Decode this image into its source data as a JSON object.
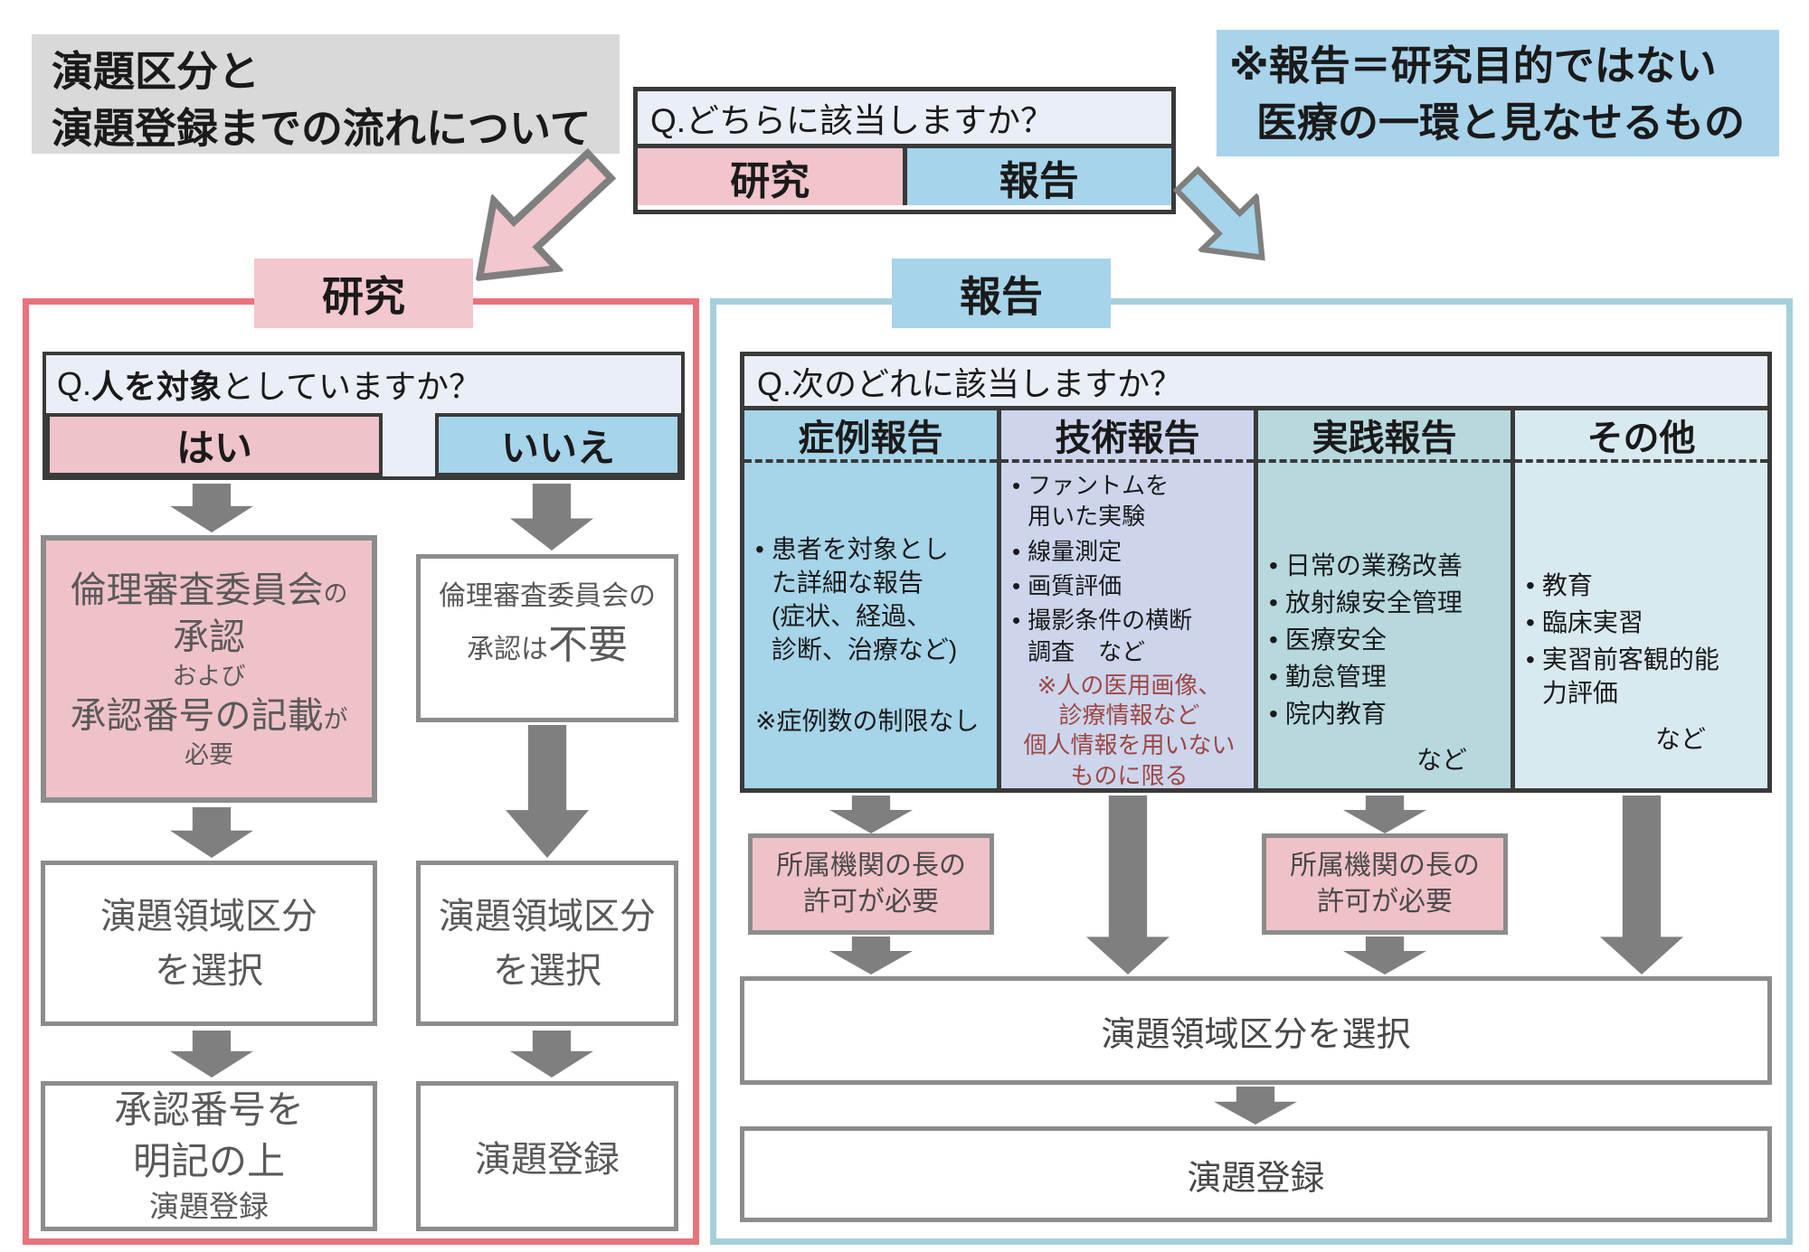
{
  "title": {
    "line1": "演題区分と",
    "line2": "演題登録までの流れについて"
  },
  "note": {
    "line1": "※報告＝研究目的ではない",
    "line2": "医療の一環と見なせるもの"
  },
  "top_question": {
    "label": "Q.どちらに該当しますか？",
    "option_research": "研究",
    "option_report": "報告"
  },
  "research": {
    "label": "研究",
    "question_prefix": "Q.",
    "question_bold": "人を対象",
    "question_suffix": "としていますか？",
    "yes_label": "はい",
    "no_label": "いいえ",
    "ethics_required": {
      "l1_main": "倫理審査委員会",
      "l1_small": "の",
      "l2": "承認",
      "l3": "および",
      "l4_main": "承認番号の記載",
      "l4_small": "が",
      "l5": "必要"
    },
    "ethics_not_required": {
      "line1": "倫理審査委員会の",
      "line2_pre": "承認は",
      "line2_big": "不要"
    },
    "select_yes": "演題領域区分\nを選択",
    "select_no": "演題領域区分\nを選択",
    "final_yes": {
      "line1": "承認番号を",
      "line2": "明記の上",
      "line3": "演題登録"
    },
    "final_no": "演題登録"
  },
  "report": {
    "label": "報告",
    "question": "Q.次のどれに該当しますか？",
    "columns": [
      {
        "header": "症例報告",
        "bullets": [
          "患者を対象とし\nた詳細な報告\n(症状、経過、\n診断、治療など)"
        ],
        "note": "※症例数の制限なし"
      },
      {
        "header": "技術報告",
        "bullets": [
          "ファントムを\n用いた実験",
          "線量測定",
          "画質評価",
          "撮影条件の横断\n調査　など"
        ],
        "red_note": "※人の医用画像、\n診療情報など\n個人情報を用いない\nものに限る"
      },
      {
        "header": "実践報告",
        "bullets": [
          "日常の業務改善",
          "放射線安全管理",
          "医療安全",
          "勤怠管理",
          "院内教育"
        ],
        "etc": "など"
      },
      {
        "header": "その他",
        "bullets": [
          "教育",
          "臨床実習",
          "実習前客観的能\n力評価"
        ],
        "etc": "など"
      }
    ],
    "permission_box": "所属機関の長の\n許可が必要",
    "select_wide": "演題領域区分を選択",
    "final_wide": "演題登録"
  },
  "colors": {
    "title_bg": "#d9d9d9",
    "pink": "#efc2c8",
    "blue": "#a6d4ea",
    "periwinkle": "#ccd5ec",
    "teal": "#b7d9de",
    "pale_blue": "#d9e9f0",
    "question_header_bg": "#eaeef6",
    "research_frame": "#e8737d",
    "report_frame": "#a5cfdb",
    "arrow_gray": "#7f7f7f",
    "red_note_text": "#9e4744"
  }
}
